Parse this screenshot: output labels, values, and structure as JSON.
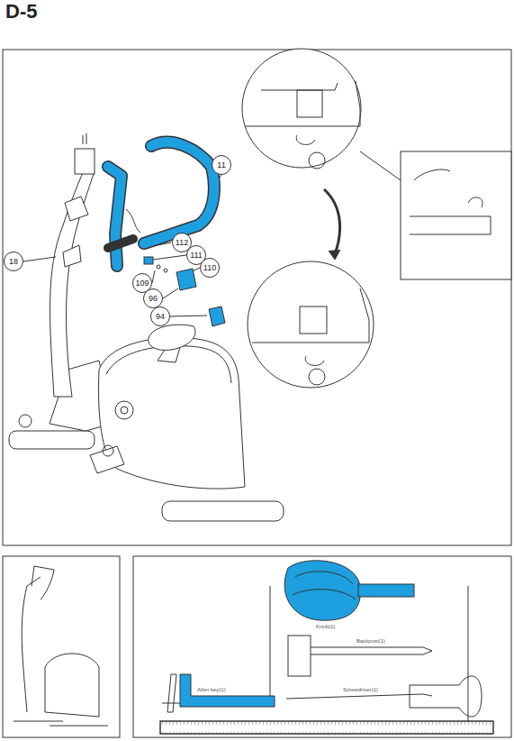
{
  "diagram": {
    "title": "D-5",
    "nodes": [
      {
        "text": [
          "11"
        ]
      },
      {
        "text": [
          "18"
        ]
      },
      {
        "text": [
          "112"
        ]
      },
      {
        "text": [
          "111"
        ]
      },
      {
        "text": [
          "110"
        ]
      },
      {
        "text": [
          "109"
        ]
      },
      {
        "text": [
          "96"
        ]
      },
      {
        "text": [
          "94"
        ]
      }
    ],
    "labels": [
      "Knob(1)",
      "Backpost(1)",
      "Screwdriver(1)",
      "Allen key(1)"
    ]
  }
}
